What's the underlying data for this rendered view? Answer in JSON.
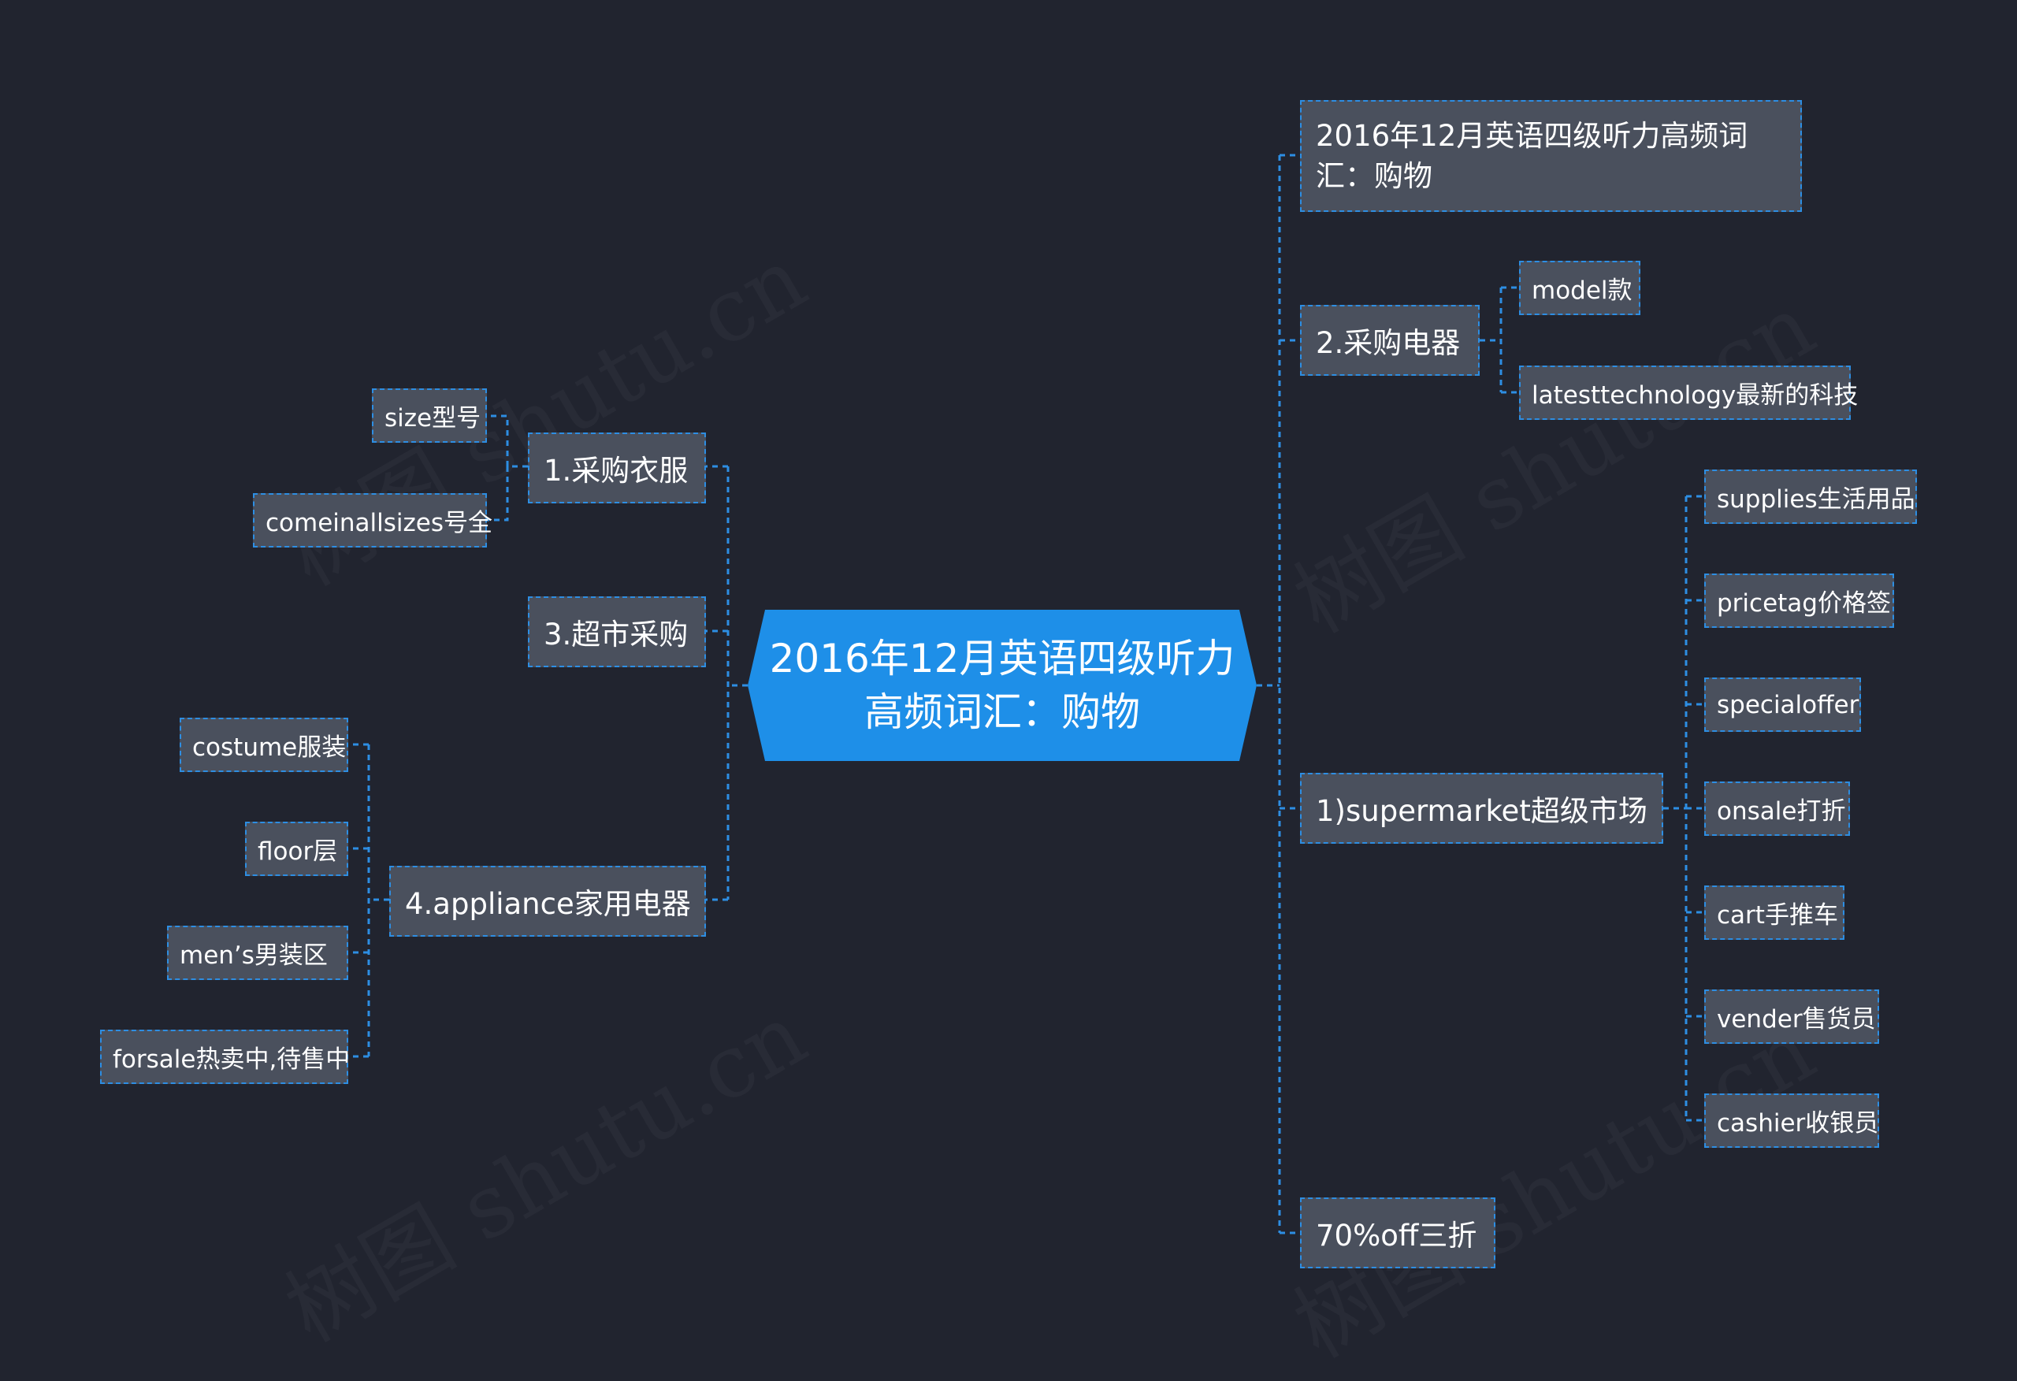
{
  "root": {
    "label": "2016年12月英语四级听力高频词汇：购物"
  },
  "left_branches": [
    {
      "label": "1.采购衣服",
      "children": [
        "size型号",
        "comeinallsizes号全"
      ]
    },
    {
      "label": "3.超市采购",
      "children": []
    },
    {
      "label": "4.appliance家用电器",
      "children": [
        "costume服装",
        "floor层",
        "men’s男装区",
        "forsale热卖中,待售中"
      ]
    }
  ],
  "right_branches": [
    {
      "label": "2016年12月英语四级听力高频词汇：购物",
      "children": []
    },
    {
      "label": "2.采购电器",
      "children": [
        "model款",
        "latesttechnology最新的科技"
      ]
    },
    {
      "label": "1)supermarket超级市场",
      "children": [
        "supplies生活用品",
        "pricetag价格签",
        "specialoffer",
        "onsale打折",
        "cart手推车",
        "vender售货员",
        "cashier收银员"
      ]
    },
    {
      "label": "70%off三折",
      "children": []
    }
  ],
  "watermark": "树图 shutu.cn",
  "colors": {
    "background": "#21242f",
    "root": "#1e8fe8",
    "node": "#4a505d",
    "line": "#2d8ee3"
  }
}
